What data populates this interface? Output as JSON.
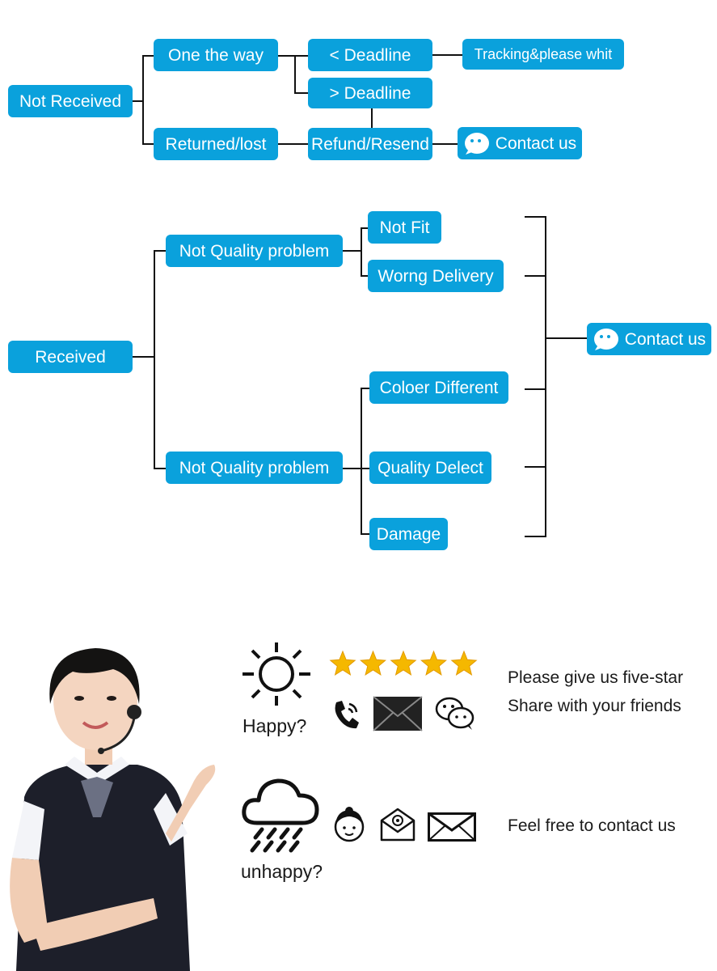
{
  "colors": {
    "box": "#0aa1dc",
    "text": "#ffffff",
    "line": "#111111",
    "star": "#f5b800"
  },
  "not_received": {
    "root": "Not Received",
    "on_the_way": "One the way",
    "before_deadline": "< Deadline",
    "tracking": "Tracking&please whit",
    "after_deadline": "> Deadline",
    "returned_lost": "Returned/lost",
    "refund_resend": "Refund/Resend",
    "contact": "Contact us"
  },
  "received": {
    "root": "Received",
    "not_quality_1": "Not Quality problem",
    "not_fit": "Not Fit",
    "wrong_delivery": "Worng Delivery",
    "not_quality_2": "Not Quality problem",
    "color_different": "Coloer Different",
    "quality_defect": "Quality Delect",
    "damage": "Damage",
    "contact": "Contact us"
  },
  "feedback": {
    "happy_label": "Happy?",
    "happy_line1": "Please give us five-star",
    "happy_line2": "Share with your friends",
    "unhappy_label": "unhappy?",
    "unhappy_line": "Feel free to contact us",
    "star_count": 5,
    "icons": [
      "sun-icon",
      "star-icon",
      "phone-icon",
      "envelope-icon",
      "chat-icon",
      "rain-cloud-icon",
      "agent-face-icon",
      "email-at-icon"
    ]
  }
}
